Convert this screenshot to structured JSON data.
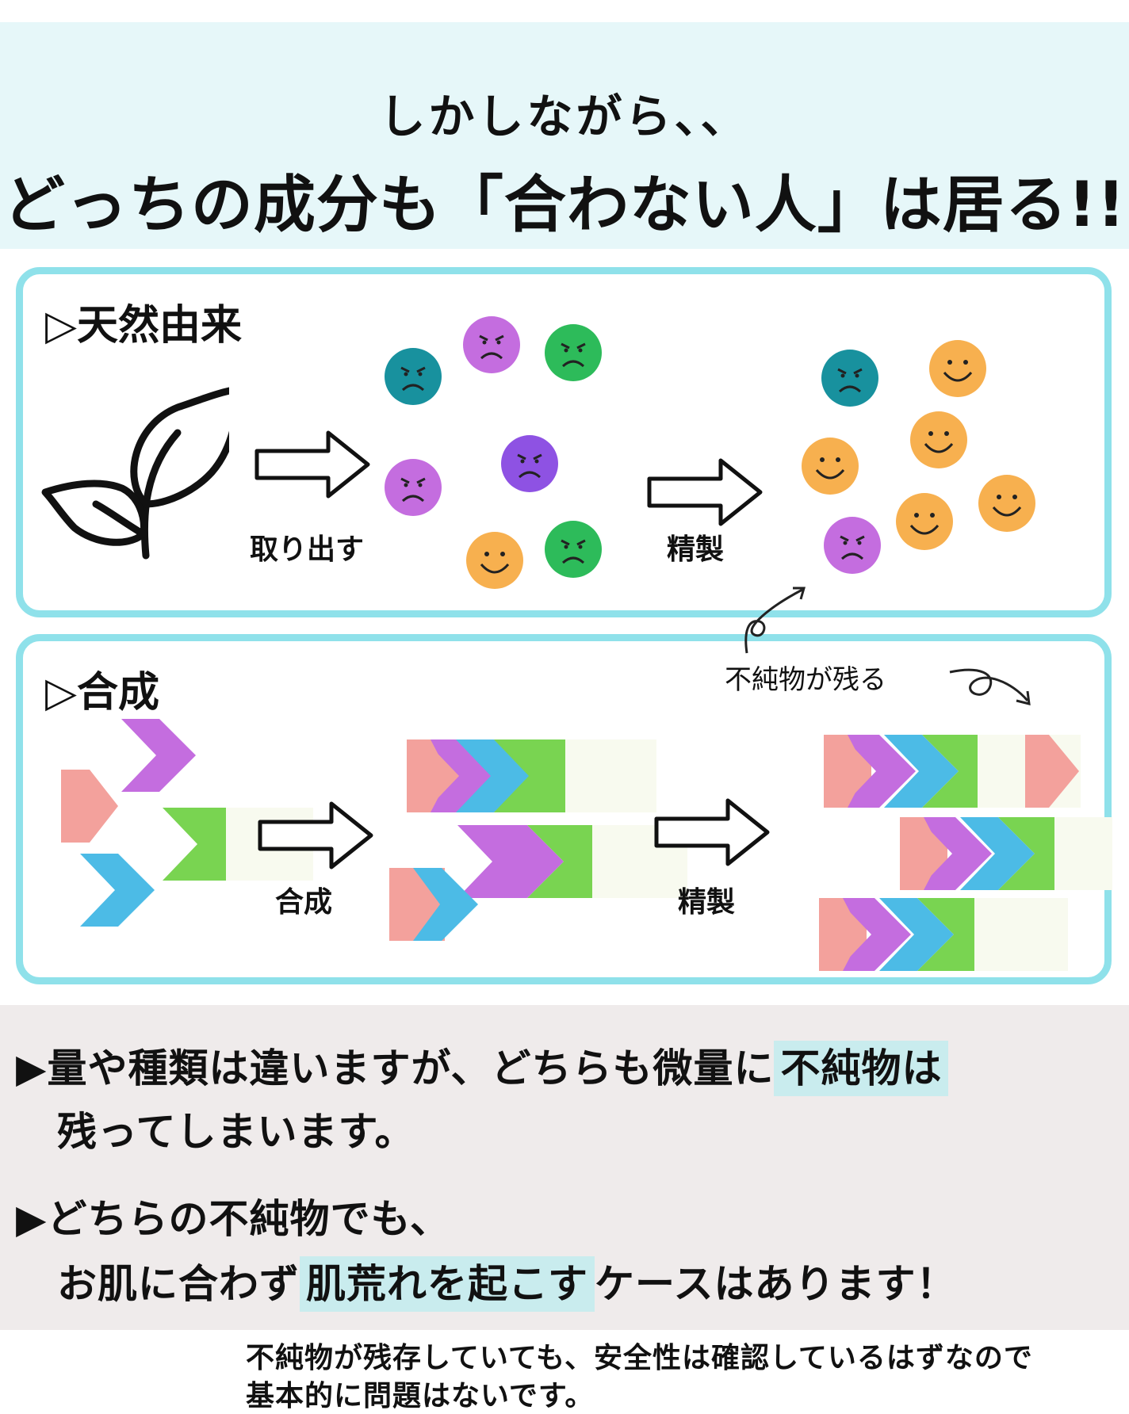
{
  "header": {
    "subtitle": "しかしながら、、",
    "title": "どっちの成分も「合わない人」は居る!!"
  },
  "natural": {
    "title": "▷天然由来",
    "extract_label": "取り出す",
    "refine_label": "精製",
    "annotation": "不純物が残る"
  },
  "synthetic": {
    "title": "▷合成",
    "synth_label": "合成",
    "refine_label": "精製"
  },
  "colors": {
    "pink": "#f3a19c",
    "purple": "#c46ddf",
    "blue": "#4cbbe6",
    "green": "#79d451",
    "cream": "#f8faef",
    "teal_face": "#18919e",
    "purple_face": "#c46ddf",
    "green_face": "#2dbb5a",
    "violet_face": "#8e52e3",
    "orange_face": "#f7b04f",
    "panel_border": "#8fe1ea"
  },
  "bullets": {
    "b1_pre": "▶量や種類は違いますが、どちらも微量に",
    "b1_hl": "不純物は",
    "b1_line2": "残ってしまいます。",
    "b2_line1": "▶どちらの不純物でも、",
    "b2_pre": "お肌に合わず",
    "b2_hl": "肌荒れを起こす",
    "b2_post": "ケースはあります！"
  },
  "footnote": {
    "line1": "不純物が残存していても、安全性は確認しているはずなので",
    "line2": "基本的に問題はないです。"
  }
}
